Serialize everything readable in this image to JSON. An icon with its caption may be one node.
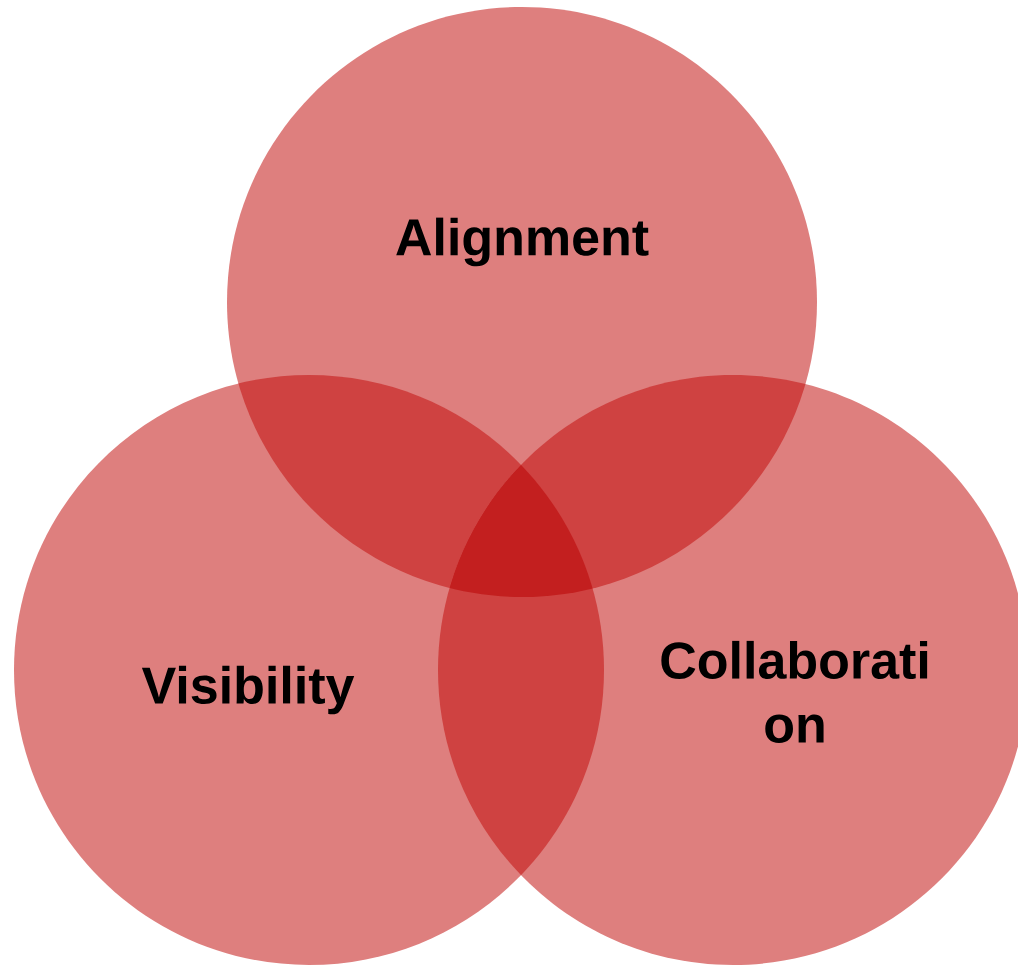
{
  "diagram": {
    "nodes": [
      {
        "text": [
          "Alignment"
        ]
      },
      {
        "text": [
          "Visibility"
        ]
      },
      {
        "text": [
          "Collaborati on"
        ]
      }
    ]
  }
}
